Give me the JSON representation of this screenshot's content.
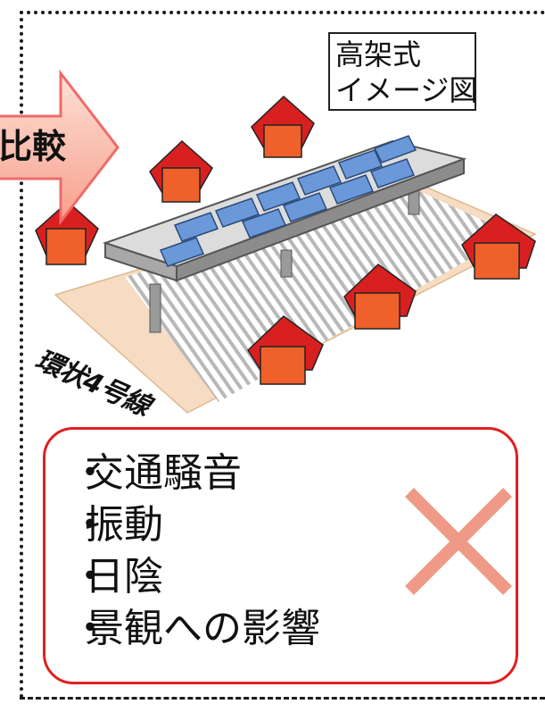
{
  "caption": {
    "line1": "高架式",
    "line2": "イメージ図"
  },
  "arrow": {
    "label": "比較",
    "color": "#f06a6a",
    "fill_top": "#fde0d6",
    "fill_bottom": "#f7a08c"
  },
  "road": {
    "label": "環状4号線"
  },
  "issues": {
    "items": [
      "交通騒音",
      "振動",
      "日陰",
      "景観への影響"
    ],
    "bullet": "・",
    "border_color": "#e02020",
    "mark": "cross-icon",
    "mark_color": "#ee9a86"
  },
  "colors": {
    "house_roof": "#d82020",
    "house_wall": "#f0602a",
    "bus": "#6a98d8",
    "road_band": "#f6dcc2"
  }
}
